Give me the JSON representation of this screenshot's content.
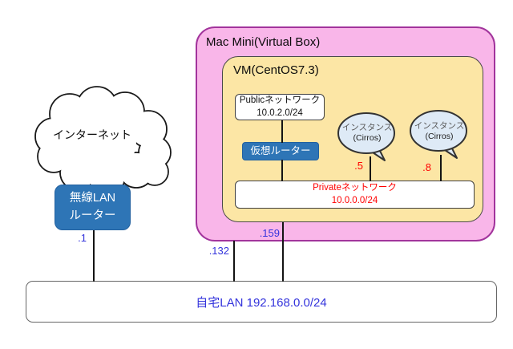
{
  "diagram": {
    "internet": {
      "label": "インターネット"
    },
    "wireless_router": {
      "line1": "無線LAN",
      "line2": "ルーター",
      "ip": ".1"
    },
    "host": {
      "title": "Mac Mini(Virtual Box)",
      "lan_ip": ".132"
    },
    "vm": {
      "title": "VM(CentOS7.3)",
      "lan_ip": ".159"
    },
    "public_network": {
      "line1": "Publicネットワーク",
      "line2": "10.0.2.0/24"
    },
    "virtual_router": {
      "label": "仮想ルーター"
    },
    "private_network": {
      "line1": "Privateネットワーク",
      "line2": "10.0.0.0/24"
    },
    "instances": [
      {
        "line1": "インスタンス",
        "line2": "(Cirros)",
        "ip": ".5"
      },
      {
        "line1": "インスタンス",
        "line2": "(Cirros)",
        "ip": ".8"
      }
    ],
    "home_lan": {
      "label": "自宅LAN 192.168.0.0/24"
    },
    "colors": {
      "host_box_fill": "#F9B6E9",
      "host_box_border": "#A2349C",
      "vm_box_fill": "#FCE6A5",
      "router_fill": "#2E75B6",
      "instance_fill": "#DEEAF6",
      "ip_blue": "#3434DC",
      "ip_red": "#FF0000"
    }
  }
}
